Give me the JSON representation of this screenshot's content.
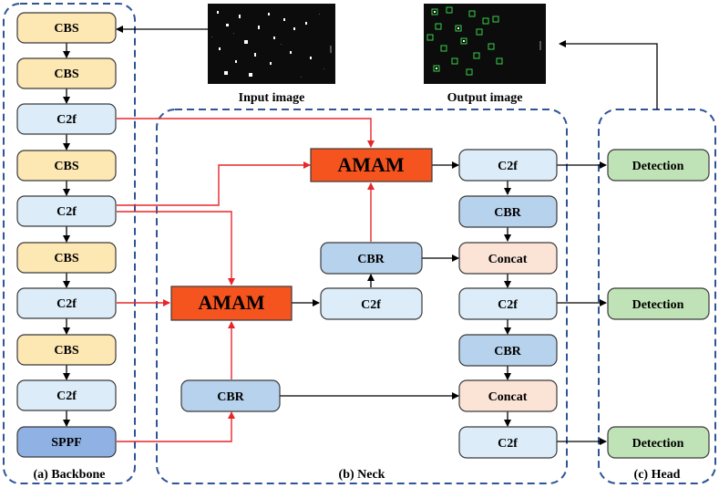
{
  "colors": {
    "cbs": "#fde7b3",
    "c2f": "#dcedf9",
    "cbr": "#b7d2ec",
    "sppf": "#8fb1e3",
    "amam": "#f5541e",
    "concat": "#fbe3d6",
    "detection": "#bfe3b6",
    "red_arrow": "#e8262a",
    "black_arrow": "#000000",
    "dashed_border": "#2f5597"
  },
  "backbone": {
    "label": "(a) Backbone",
    "blocks": [
      "CBS",
      "CBS",
      "C2f",
      "CBS",
      "C2f",
      "CBS",
      "C2f",
      "CBS",
      "C2f",
      "SPPF"
    ]
  },
  "neck": {
    "label": "(b) Neck",
    "amam_label": "AMAM",
    "cbr_label": "CBR",
    "c2f_label": "C2f",
    "concat_label": "Concat"
  },
  "head": {
    "label": "(c) Head",
    "detection_label": "Detection"
  },
  "input_caption": "Input image",
  "output_caption": "Output image"
}
